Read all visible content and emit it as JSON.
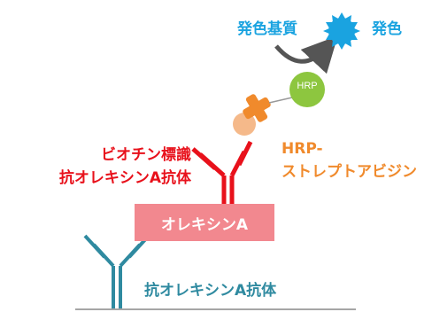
{
  "labels": {
    "substrate": "発色基質",
    "color": "発色",
    "hrp": "HRP",
    "biotin_ab_line1": "ビオチン標識",
    "biotin_ab_line2": "抗オレキシンA抗体",
    "hrp_sa_line1": "HRP-",
    "hrp_sa_line2": "ストレプトアビジン",
    "orexin": "オレキシンA",
    "capture_ab": "抗オレキシンA抗体"
  },
  "colors": {
    "substrate_text": "#1aa3e0",
    "burst": "#1aa3e0",
    "arrow": "#555555",
    "hrp_circle": "#8dc63f",
    "biotin_antibody": "#e8111b",
    "streptavidin": "#f08a2c",
    "biotin": "#f5b98a",
    "orexin_box": "#f2888f",
    "capture_antibody": "#2f8aa0",
    "baseline": "#888888"
  },
  "icons": [
    "curved-arrow-icon",
    "color-burst-icon",
    "hrp-circle",
    "streptavidin-cross",
    "biotin-circle",
    "red-antibody",
    "teal-antibody"
  ]
}
